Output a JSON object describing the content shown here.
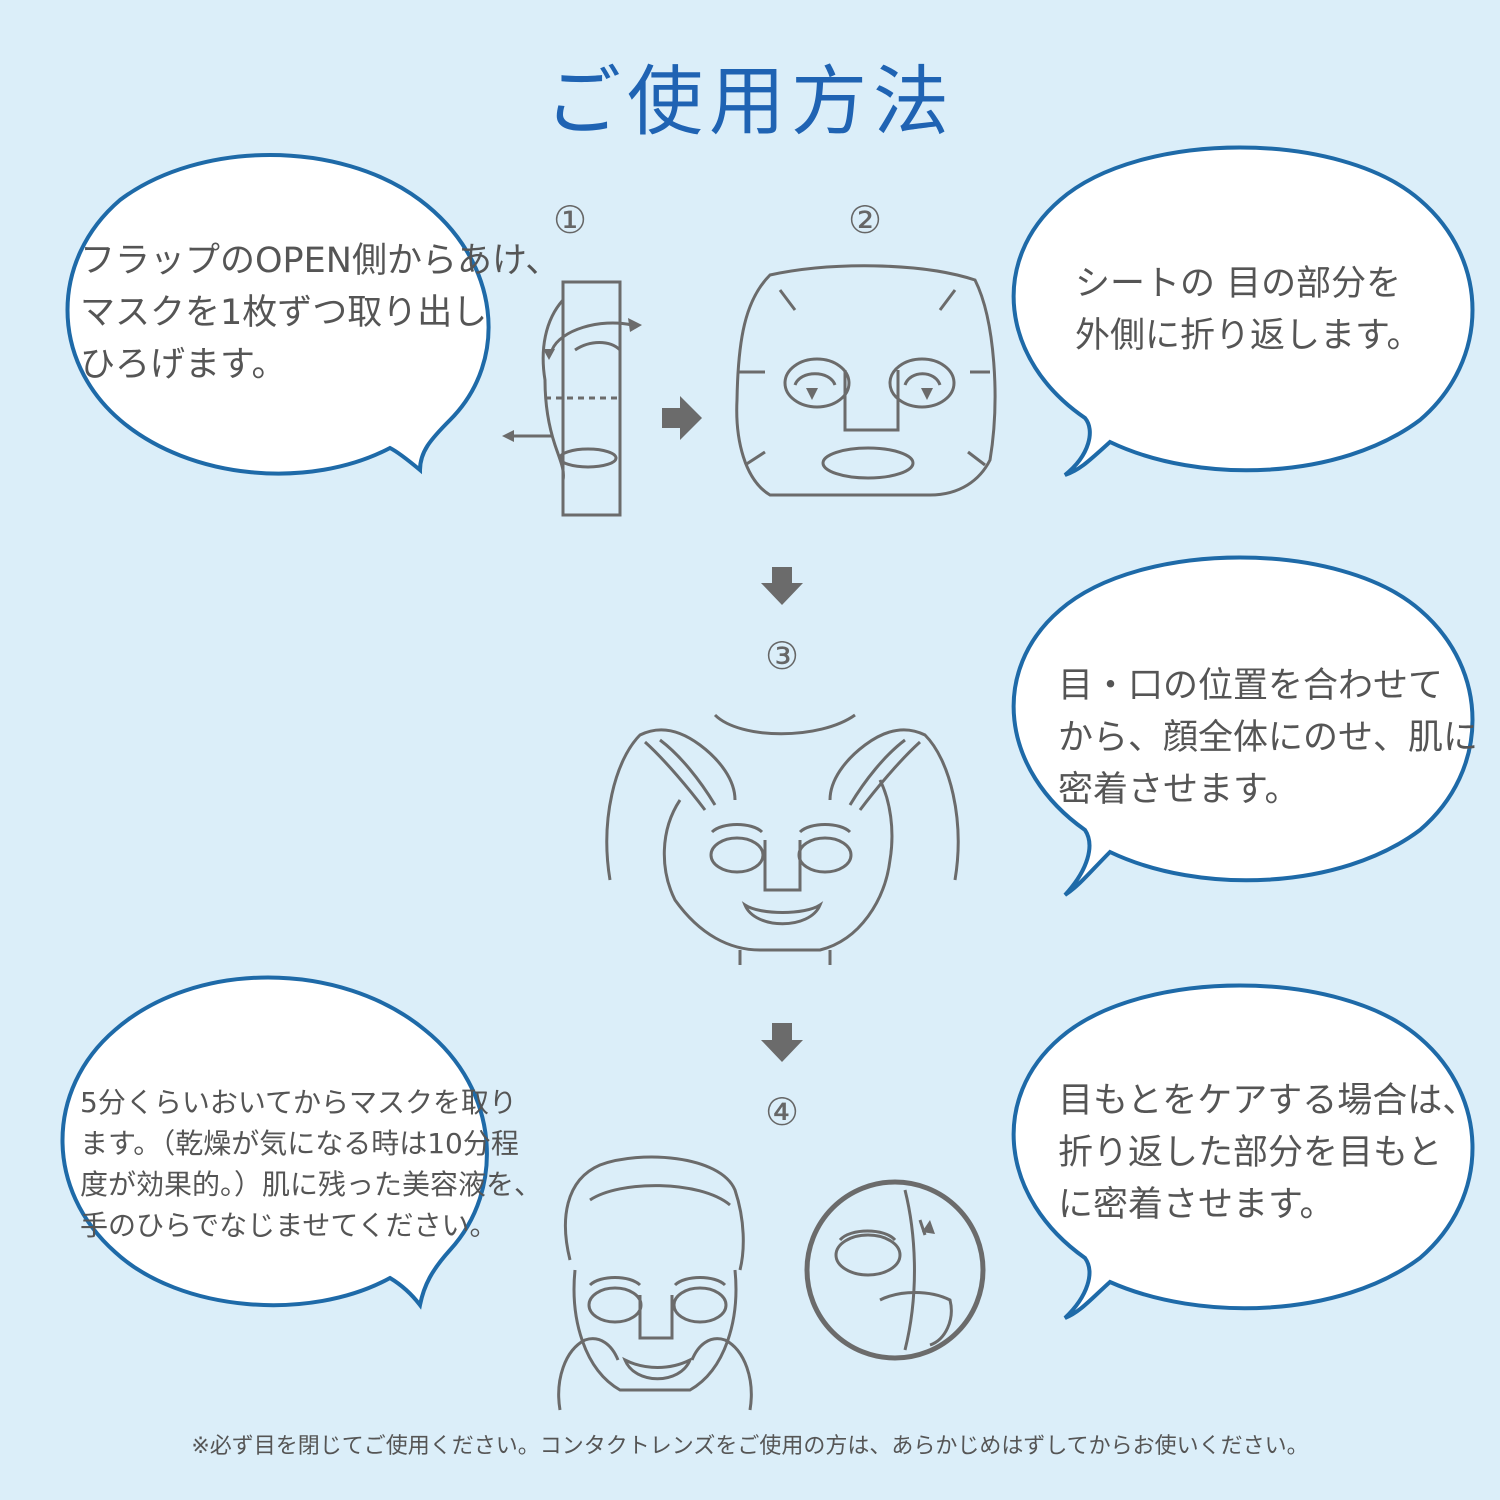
{
  "title": "ご使用方法",
  "steps": [
    {
      "number": "①",
      "text_lines": [
        "フラップのOPEN側からあけ、",
        "マスクを1枚ずつ取り出し",
        "ひろげます。"
      ]
    },
    {
      "number": "②",
      "text_lines": [
        "シートの 目の部分を",
        "外側に折り返します。"
      ]
    },
    {
      "number": "③",
      "text_lines": [
        "目・口の位置を合わせて",
        "から、顔全体にのせ、肌に",
        "密着させます。"
      ]
    },
    {
      "number": "④",
      "text_lines": [
        "5分くらいおいてからマスクを取り",
        "ます。（乾燥が気になる時は10分程",
        "度が効果的。）肌に残った美容液を、",
        "手のひらでなじませてください。"
      ]
    }
  ],
  "eye_care_text_lines": [
    "目もとをケアする場合は、",
    "折り返した部分を目もと",
    "に密着させます。"
  ],
  "footnote": "※必ず目を閉じてご使用ください。コンタクトレンズをご使用の方は、あらかじめはずしてからお使いください。",
  "colors": {
    "background": "#dbeef9",
    "title": "#1f63b3",
    "bubble_border": "#1e6aa8",
    "illustration": "#6b6b6b"
  },
  "icons": [
    "right-arrow-icon",
    "down-arrow-icon"
  ]
}
